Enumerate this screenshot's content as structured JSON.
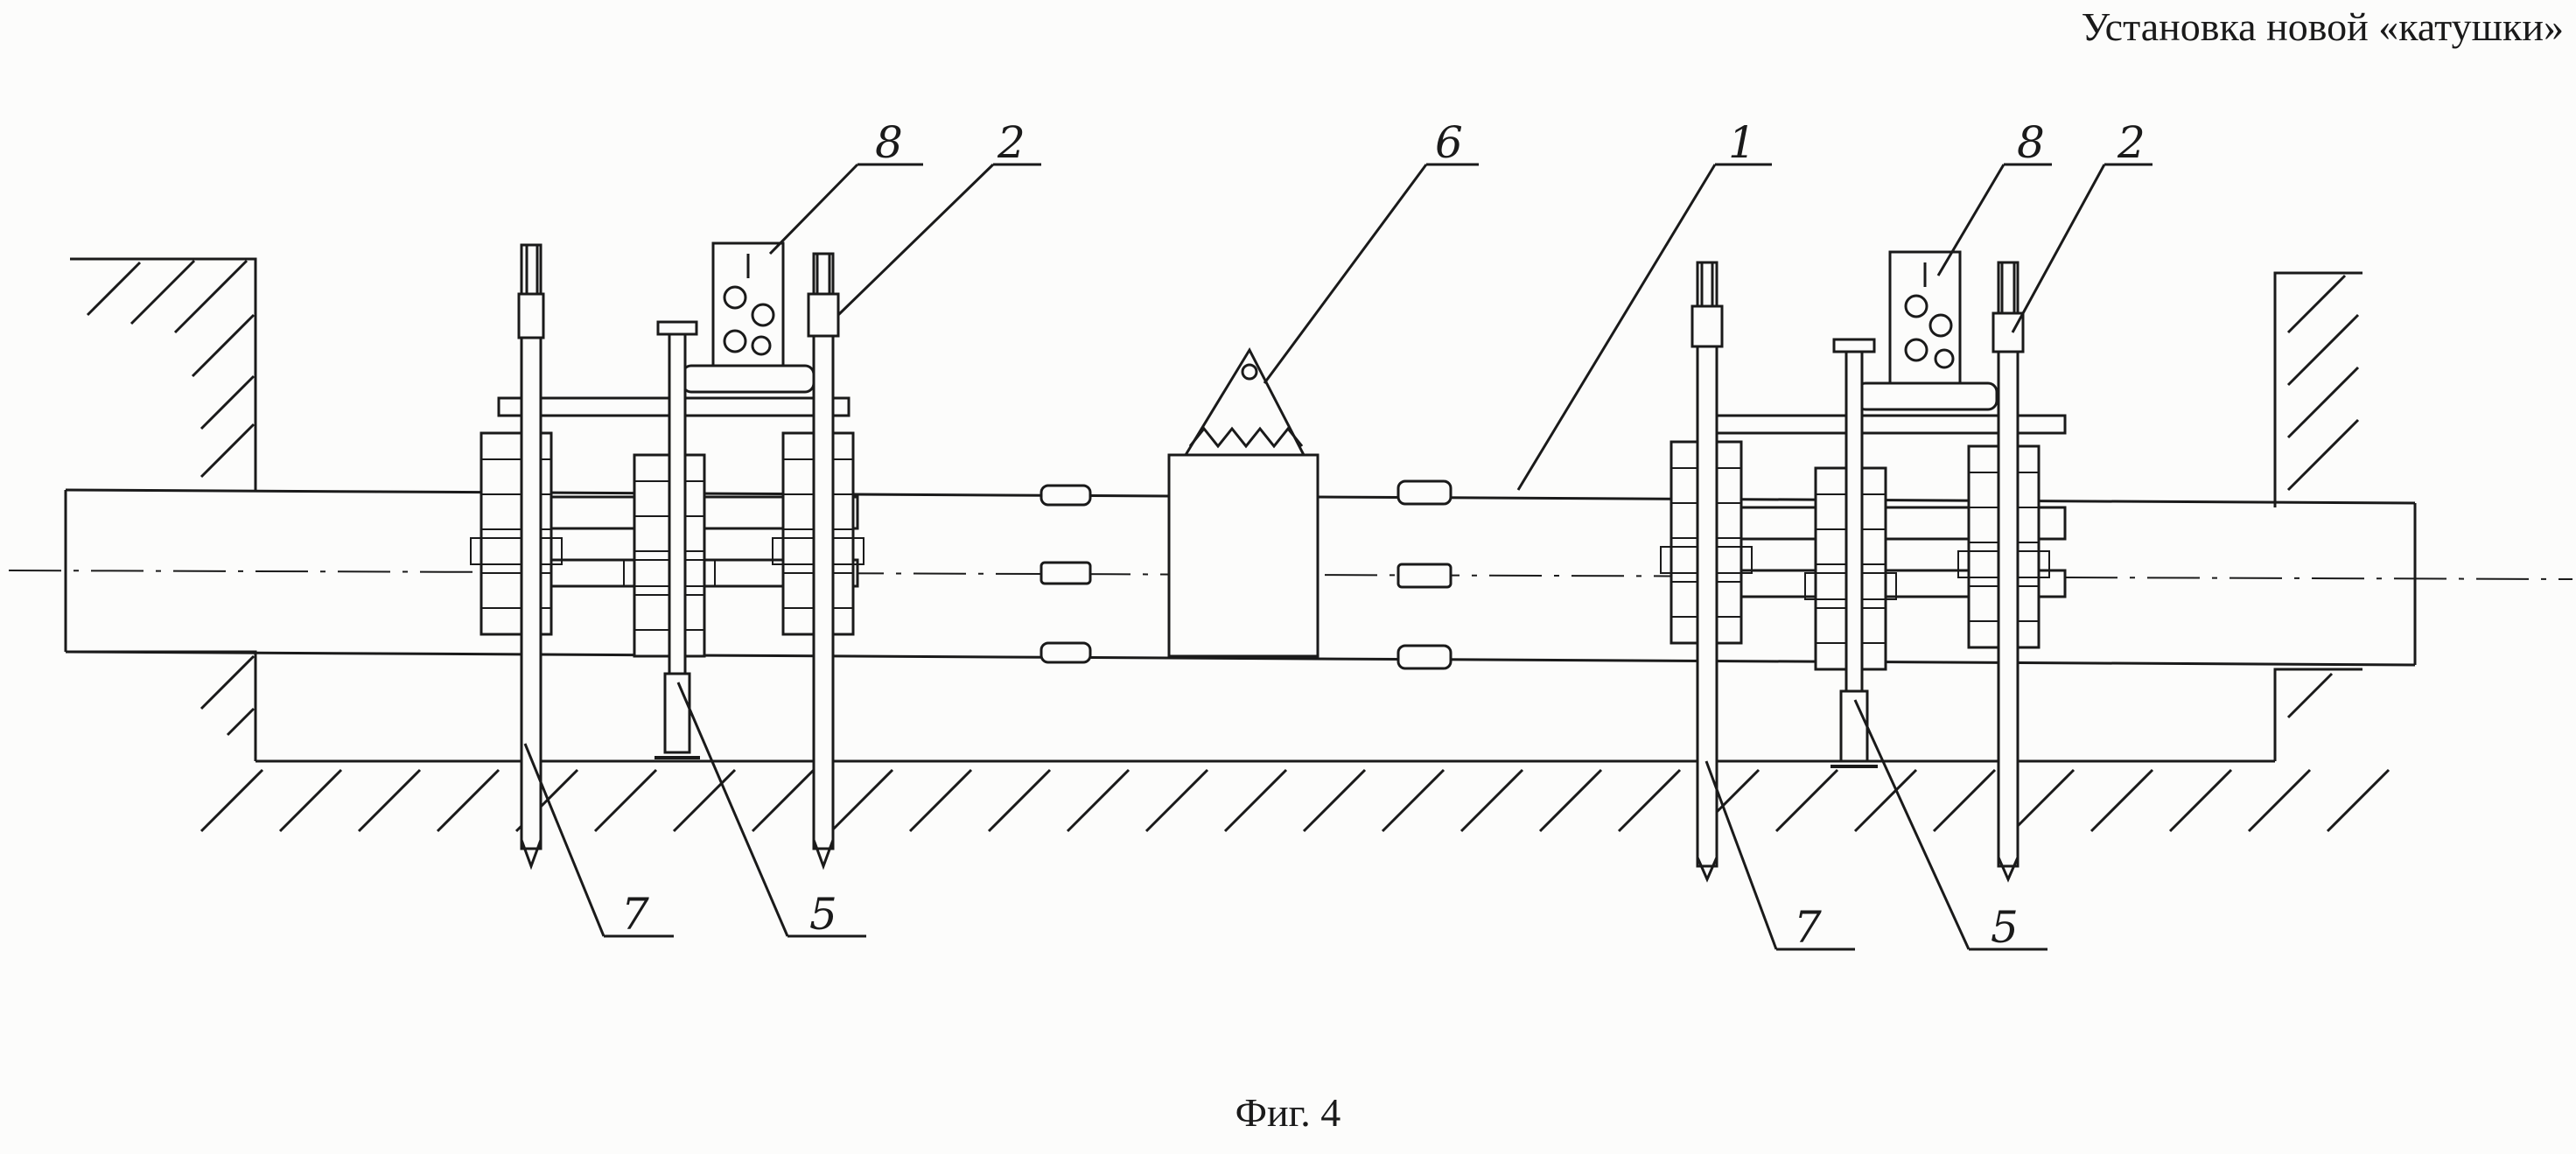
{
  "header": {
    "title": "Установка новой «катушки»"
  },
  "figure": {
    "caption": "Фиг. 4"
  },
  "labels": {
    "pipe": "1",
    "bracket_left": "2",
    "bracket_right": "2",
    "support_left": "5",
    "support_right": "5",
    "sleeve": "6",
    "anchor_left": "7",
    "anchor_right": "7",
    "jack_left": "8",
    "jack_right": "8"
  },
  "colors": {
    "ink": "#1a1a1a",
    "paper": "#fcfcfb"
  }
}
